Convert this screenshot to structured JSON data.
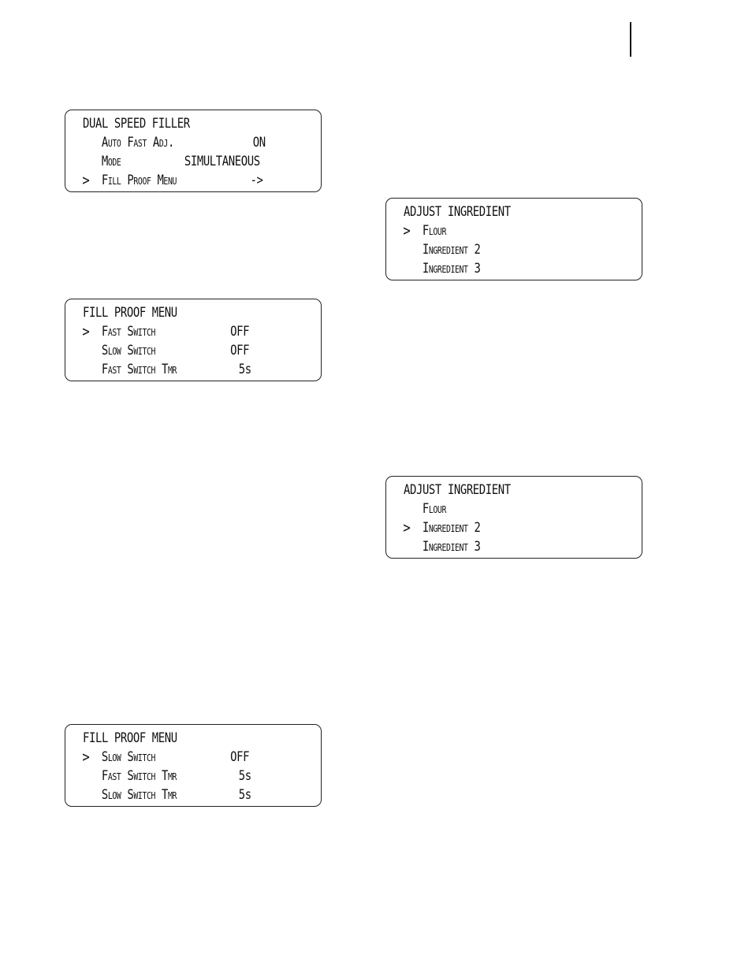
{
  "screens": {
    "dual_speed_filler": {
      "title": "DUAL SPEED FILLER",
      "rows": [
        {
          "cursor": "",
          "label": "Auto Fast Adj.",
          "value": "ON"
        },
        {
          "cursor": "",
          "label": "Mode",
          "value": "SIMULTANEOUS"
        },
        {
          "cursor": ">",
          "label": "Fill Proof Menu",
          "value": "->"
        }
      ]
    },
    "fill_proof_menu_1": {
      "title": "FILL PROOF MENU",
      "rows": [
        {
          "cursor": ">",
          "label": "Fast Switch",
          "value": "OFF"
        },
        {
          "cursor": "",
          "label": "Slow Switch",
          "value": "OFF"
        },
        {
          "cursor": "",
          "label": "Fast Switch Tmr",
          "value": "5s"
        }
      ]
    },
    "fill_proof_menu_2": {
      "title": "FILL PROOF MENU",
      "rows": [
        {
          "cursor": ">",
          "label": "Slow Switch",
          "value": "OFF"
        },
        {
          "cursor": "",
          "label": "Fast Switch Tmr",
          "value": "5s"
        },
        {
          "cursor": "",
          "label": "Slow Switch Tmr",
          "value": "5s"
        }
      ]
    },
    "adjust_ingredient_1": {
      "title": "ADJUST INGREDIENT",
      "rows": [
        {
          "cursor": ">",
          "label": "Flour",
          "value": ""
        },
        {
          "cursor": "",
          "label": "Ingredient 2",
          "value": ""
        },
        {
          "cursor": "",
          "label": "Ingredient 3",
          "value": ""
        }
      ]
    },
    "adjust_ingredient_2": {
      "title": "ADJUST INGREDIENT",
      "rows": [
        {
          "cursor": "",
          "label": "Flour",
          "value": ""
        },
        {
          "cursor": ">",
          "label": "Ingredient 2",
          "value": ""
        },
        {
          "cursor": "",
          "label": "Ingredient 3",
          "value": ""
        }
      ]
    }
  }
}
